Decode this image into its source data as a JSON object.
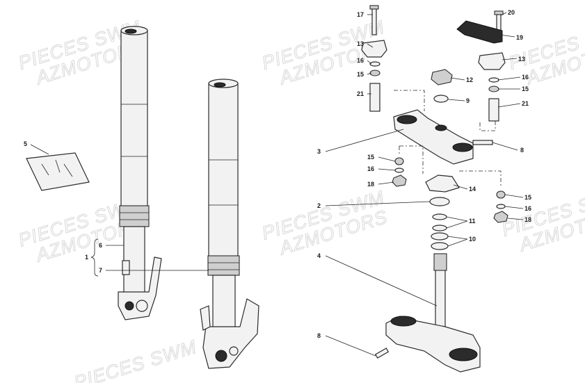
{
  "watermarks": [
    {
      "line1": "PIECES SWM",
      "line2": "AZMOTORS"
    },
    {
      "line1": "PIECES SWM",
      "line2": "AZMOTORS"
    },
    {
      "line1": "PIECES SWM",
      "line2": "AZMOTORS"
    },
    {
      "line1": "PIECES SWM",
      "line2": "AZMOTORS"
    },
    {
      "line1": "PIECES SWM",
      "line2": "AZMOTORS"
    },
    {
      "line1": "PIECES SWM",
      "line2": "AZMOTORS"
    },
    {
      "line1": "PIECES SWM",
      "line2": ""
    }
  ],
  "callouts": {
    "c1": "1",
    "c2": "2",
    "c3": "3",
    "c4": "4",
    "c5": "5",
    "c6": "6",
    "c7": "7",
    "c8a": "8",
    "c8b": "8",
    "c9": "9",
    "c10": "10",
    "c11": "11",
    "c12": "12",
    "c13a": "13",
    "c13b": "13",
    "c14": "14",
    "c15a": "15",
    "c15b": "15",
    "c15c": "15",
    "c15d": "15",
    "c16a": "16",
    "c16b": "16",
    "c16c": "16",
    "c16d": "16",
    "c17": "17",
    "c18a": "18",
    "c18b": "18",
    "c19": "19",
    "c20": "20",
    "c21a": "21",
    "c21b": "21"
  }
}
